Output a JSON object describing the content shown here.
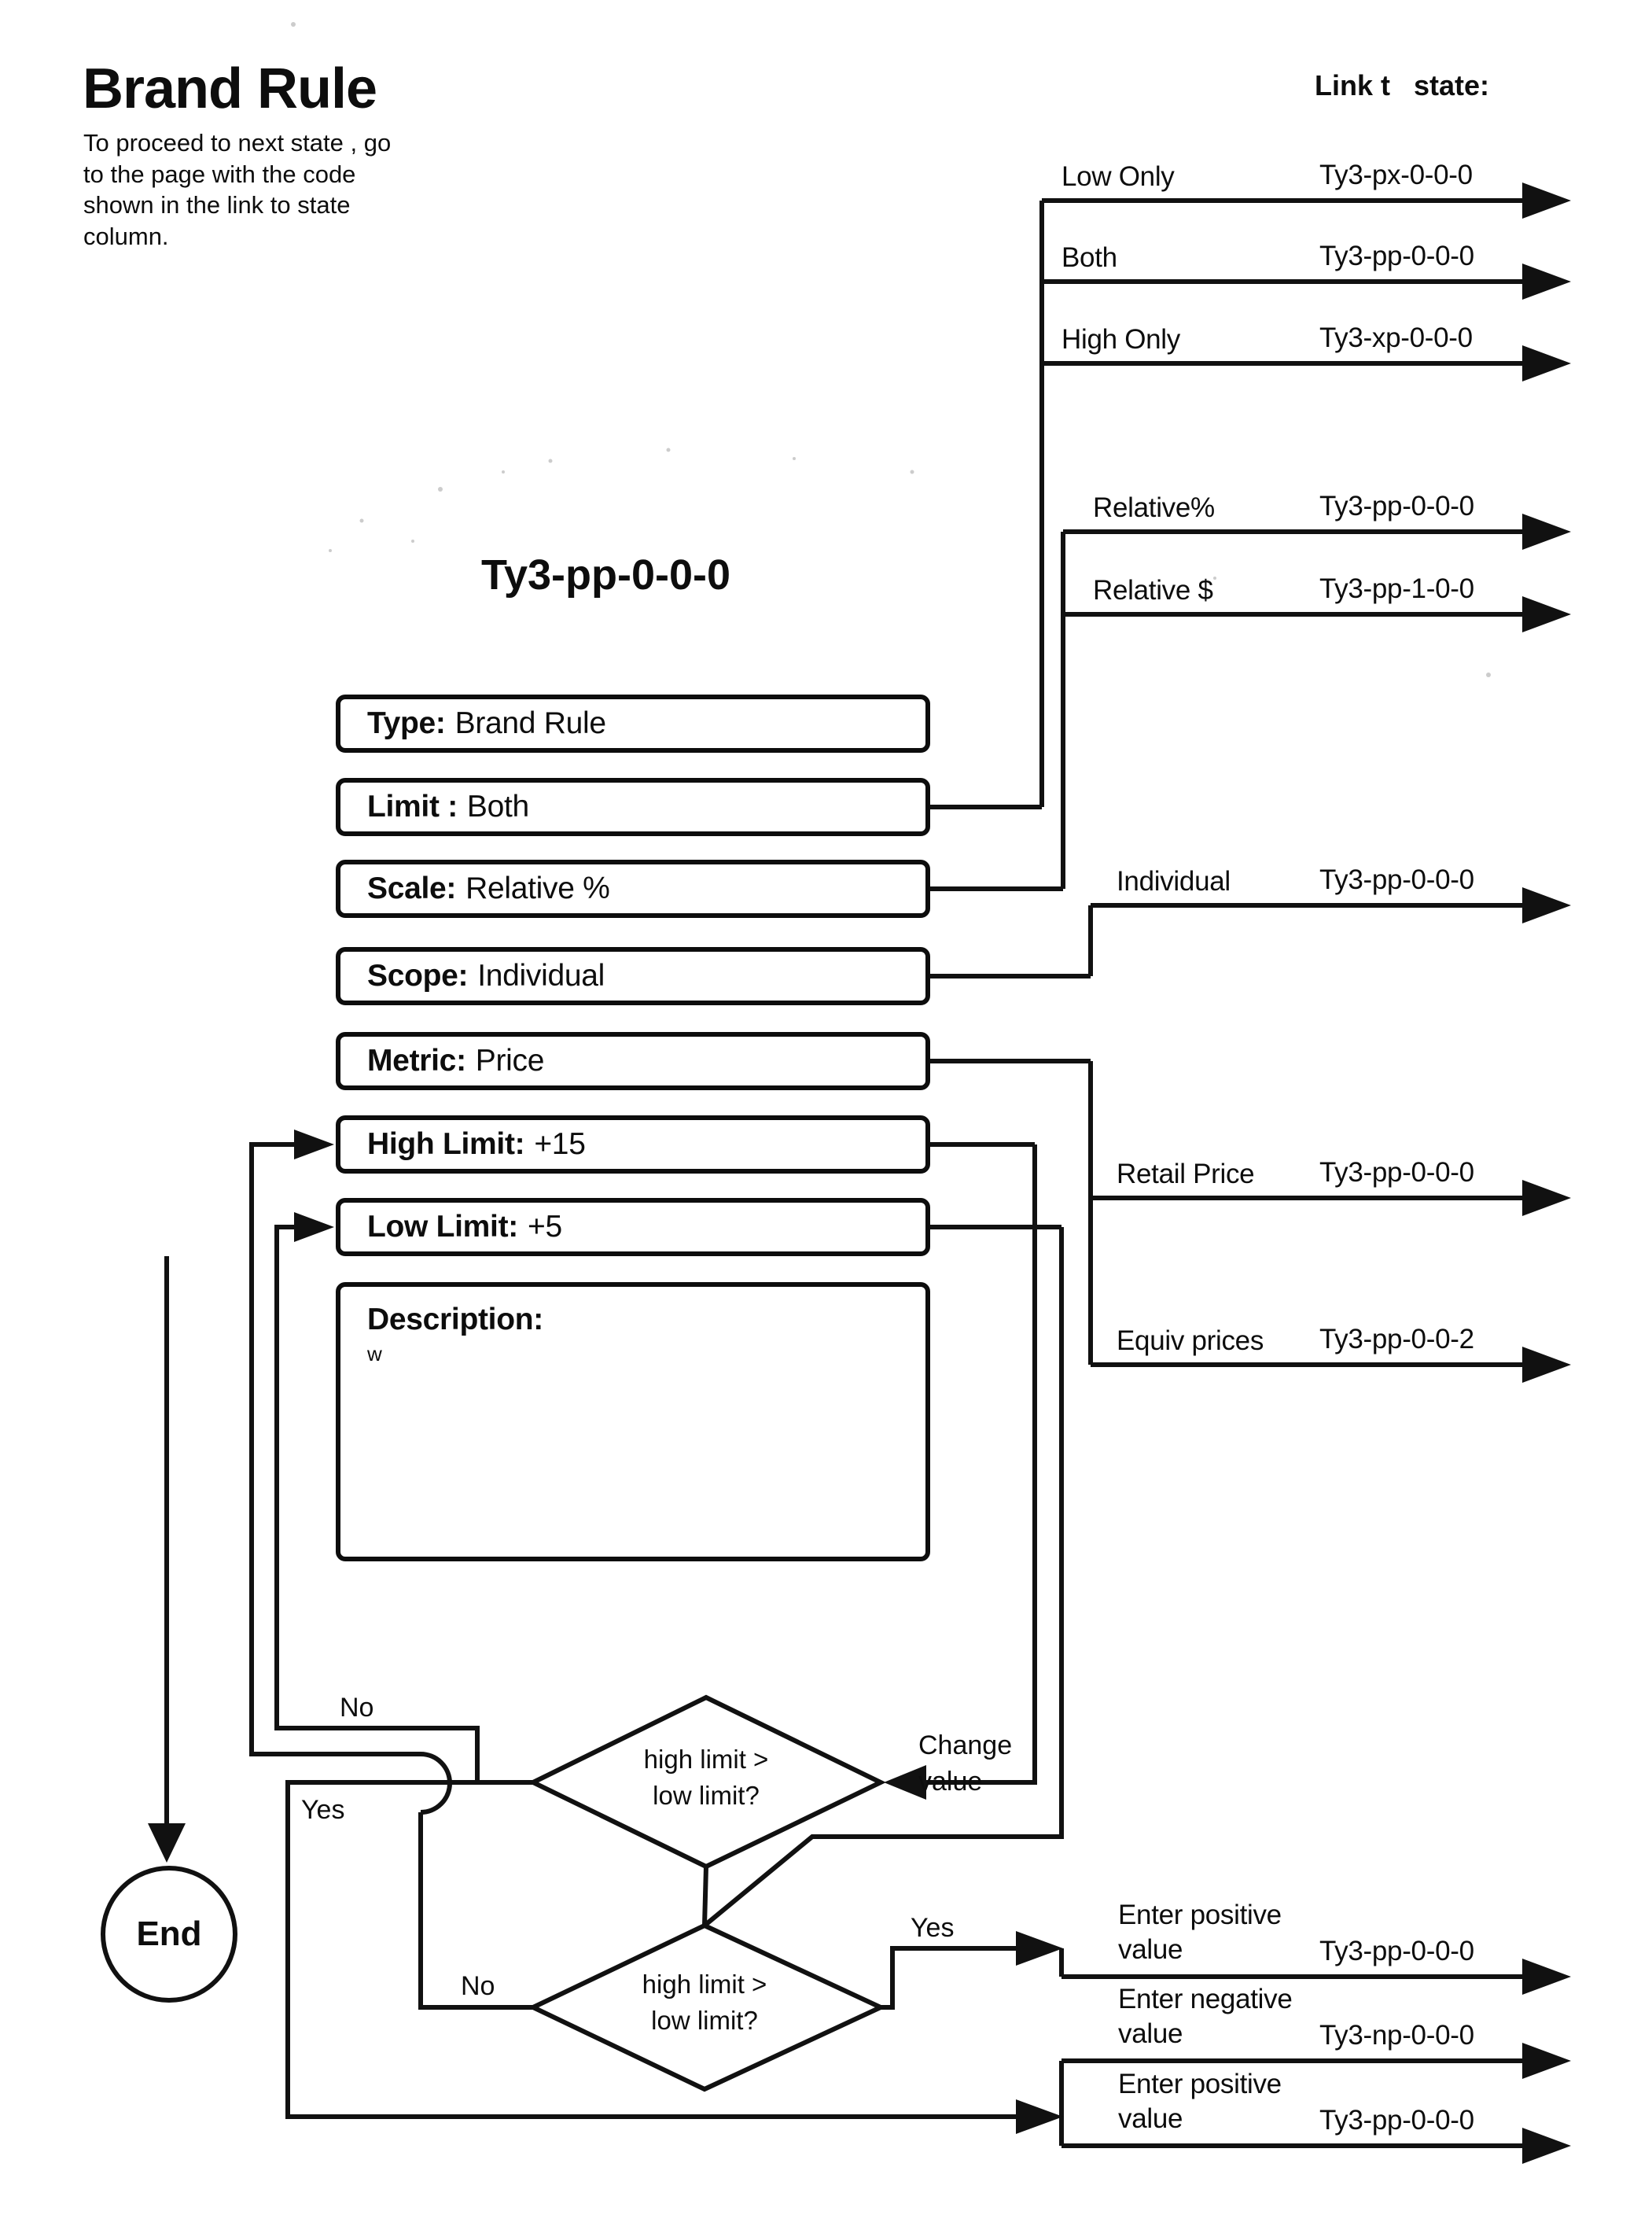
{
  "header": {
    "title": "Brand Rule",
    "instructions": "To proceed to next state , go\nto the page with the code\nshown in the link to state\ncolumn.",
    "link_column_header": "Link t   state:"
  },
  "state_title": "Ty3-pp-0-0-0",
  "attributes": [
    {
      "label": "Type:",
      "value": "Brand Rule"
    },
    {
      "label": "Limit :",
      "value": "Both"
    },
    {
      "label": "Scale:",
      "value": "Relative %"
    },
    {
      "label": "Scope:",
      "value": "Individual"
    },
    {
      "label": "Metric:",
      "value": "Price"
    },
    {
      "label": "High Limit:",
      "value": "+15"
    },
    {
      "label": "Low Limit:",
      "value": "+5"
    },
    {
      "label": "Description:",
      "value": "w"
    }
  ],
  "links": [
    {
      "option": "Low Only",
      "code": "Ty3-px-0-0-0"
    },
    {
      "option": "Both",
      "code": "Ty3-pp-0-0-0"
    },
    {
      "option": "High Only",
      "code": "Ty3-xp-0-0-0"
    },
    {
      "option": "Relative%",
      "code": "Ty3-pp-0-0-0"
    },
    {
      "option": "Relative $",
      "code": "Ty3-pp-1-0-0"
    },
    {
      "option": "Individual",
      "code": "Ty3-pp-0-0-0"
    },
    {
      "option": "Retail Price",
      "code": "Ty3-pp-0-0-0"
    },
    {
      "option": "Equiv prices",
      "code": "Ty3-pp-0-0-2"
    },
    {
      "option": "Enter positive\nvalue",
      "code": "Ty3-pp-0-0-0"
    },
    {
      "option": "Enter negative\nvalue",
      "code": "Ty3-np-0-0-0"
    },
    {
      "option": "Enter positive\nvalue",
      "code": "Ty3-pp-0-0-0"
    }
  ],
  "decision1": {
    "question": "high limit >\nlow limit?",
    "no": "No",
    "yes": "Yes",
    "change": "Change\nvalue"
  },
  "decision2": {
    "question": "high limit >\nlow limit?",
    "no": "No",
    "yes": "Yes"
  },
  "end_label": "End"
}
